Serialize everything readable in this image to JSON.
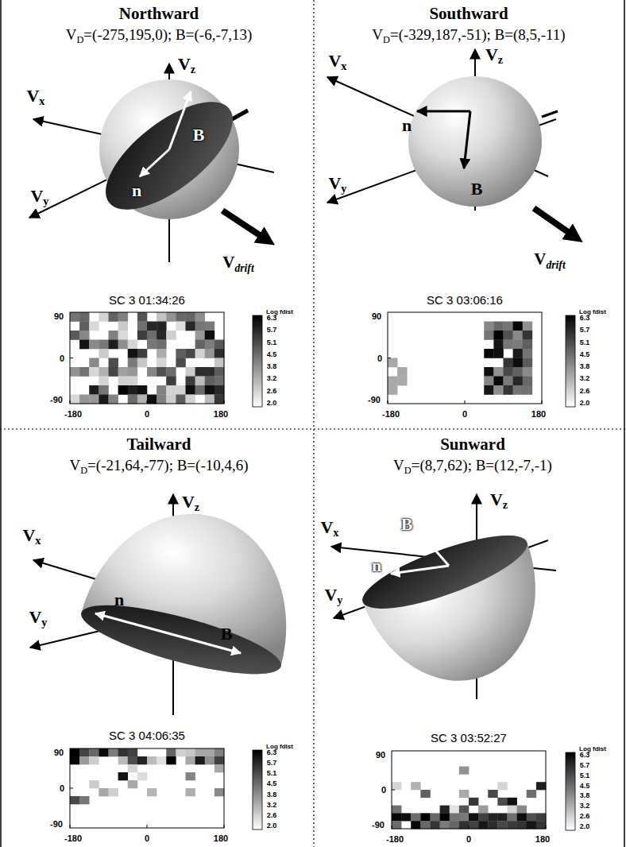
{
  "diagram": {
    "nodes": [
      {
        "text": [
          "Northward",
          "VD=(-275,195,0); B=(-6,-7,13)"
        ]
      },
      {
        "text": [
          "SC 3 01:34:26"
        ],
        "in": 0
      },
      {
        "text": [
          "Southward",
          "VD=(-329,187,-51); B=(8,5,-11)"
        ]
      },
      {
        "text": [
          "SC 3 03:06:16"
        ],
        "in": 2
      },
      {
        "text": [
          "Tailward",
          "VD=(-21,64,-77); B=(-10,4,6)"
        ]
      },
      {
        "text": [
          "SC 3 04:06:35"
        ],
        "in": 4
      },
      {
        "text": [
          "Sunward",
          "VD=(8,7,62); B=(12,-7,-1)"
        ]
      },
      {
        "text": [
          "SC 3 03:52:27"
        ],
        "in": 6
      }
    ],
    "labels": [
      "Vz",
      "Vx",
      "Vy",
      "n",
      "B",
      "Vdrift",
      "90",
      "0",
      "-90",
      "-180",
      "0",
      "180",
      "Log fdist",
      "6.3",
      "5.7",
      "5.1",
      "4.5",
      "3.8",
      "3.2",
      "2.6",
      "2.0",
      "Vz",
      "Vx",
      "Vy",
      "n",
      "B",
      "Vdrift",
      "90",
      "0",
      "-90",
      "-180",
      "0",
      "180",
      "Log fdist",
      "6.3",
      "5.7",
      "5.1",
      "4.5",
      "3.8",
      "3.2",
      "2.6",
      "2.0",
      "Vz",
      "Vx",
      "Vy",
      "n",
      "B",
      "90",
      "0",
      "-90",
      "-180",
      "0",
      "180",
      "Log fdist",
      "6.3",
      "5.7",
      "5.1",
      "4.5",
      "3.8",
      "3.2",
      "2.6",
      "2.0",
      "Vz",
      "Vx",
      "Vy",
      "n",
      "B",
      "90",
      "0",
      "-90",
      "-180",
      "0",
      "180",
      "Log fdist",
      "6.3",
      "5.7",
      "5.1",
      "4.5",
      "3.8",
      "3.2",
      "2.6",
      "2.0"
    ]
  }
}
